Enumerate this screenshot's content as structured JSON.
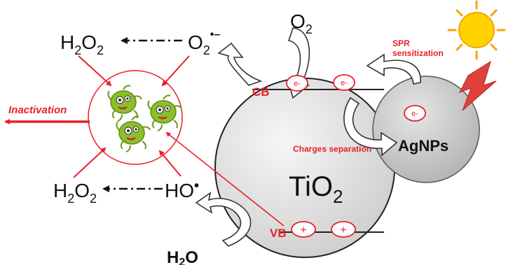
{
  "species": {
    "h2o2_top": {
      "base": "H",
      "sub1": "2",
      "mid": "O",
      "sub2": "2"
    },
    "superoxide": {
      "base": "O",
      "sub": "2",
      "sup": "•–"
    },
    "o2_top": {
      "base": "O",
      "sub": "2"
    },
    "h2o2_bottom": {
      "base": "H",
      "sub1": "2",
      "mid": "O",
      "sub2": "2"
    },
    "hydroxyl": {
      "base": "HO",
      "sup": "•"
    },
    "water": {
      "base": "H",
      "sub": "2",
      "end": "O"
    }
  },
  "labels": {
    "inactivation": "Inactivation",
    "cb": "CB",
    "vb": "VB",
    "tio2": {
      "base": "TiO",
      "sub": "2"
    },
    "agnps": "AgNPs",
    "spr_line1": "SPR",
    "spr_line2": "sensitization",
    "charges_separation": "Charges separation"
  },
  "carriers": {
    "electron": "e-",
    "hole": "+"
  },
  "colors": {
    "accent_red": "#e8202a",
    "sphere_fill": "#d9d9d9",
    "agnp_fill": "#c8c8c8",
    "sun": "#ffd200",
    "sun_ray": "#f5a300",
    "bolt": "#e0413b",
    "bacteria": "#8cbf2a"
  },
  "icons": {
    "sun": "sun-icon",
    "lightning": "lightning-icon",
    "bacteria": "bacteria-icon"
  }
}
